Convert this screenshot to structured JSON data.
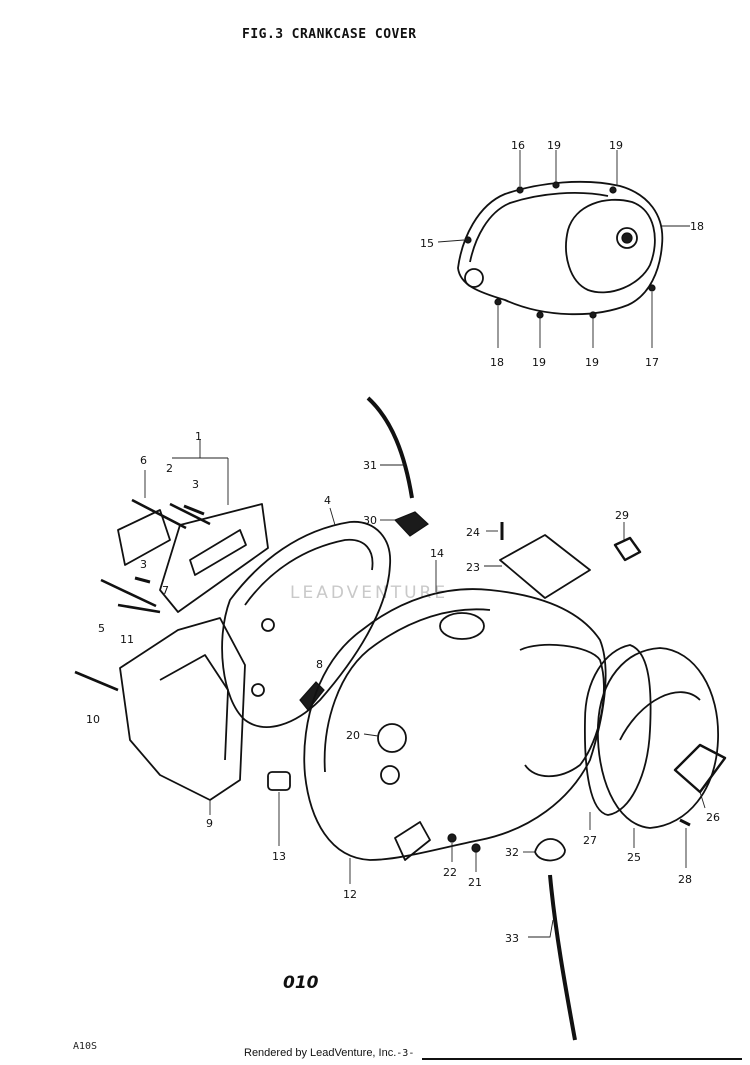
{
  "figure": {
    "fig_label": "FIG.3",
    "title": "CRANKCASE COVER",
    "watermark": "LEADVENTURE",
    "page_code": "010",
    "sheet_ref": "A10S",
    "credit": "Rendered by LeadVenture, Inc.",
    "page_mark": "-3-"
  },
  "callouts": [
    {
      "label": "16"
    },
    {
      "label": "19"
    },
    {
      "label": "19"
    },
    {
      "label": "15"
    },
    {
      "label": "18"
    },
    {
      "label": "18"
    },
    {
      "label": "19"
    },
    {
      "label": "19"
    },
    {
      "label": "17"
    },
    {
      "label": "31"
    },
    {
      "label": "1"
    },
    {
      "label": "6"
    },
    {
      "label": "2"
    },
    {
      "label": "3"
    },
    {
      "label": "7"
    },
    {
      "label": "4"
    },
    {
      "label": "30"
    },
    {
      "label": "24"
    },
    {
      "label": "29"
    },
    {
      "label": "14"
    },
    {
      "label": "23"
    },
    {
      "label": "3"
    },
    {
      "label": "5"
    },
    {
      "label": "11"
    },
    {
      "label": "8"
    },
    {
      "label": "10"
    },
    {
      "label": "20"
    },
    {
      "label": "9"
    },
    {
      "label": "13"
    },
    {
      "label": "12"
    },
    {
      "label": "22"
    },
    {
      "label": "21"
    },
    {
      "label": "32"
    },
    {
      "label": "27"
    },
    {
      "label": "25"
    },
    {
      "label": "26"
    },
    {
      "label": "28"
    },
    {
      "label": "33"
    }
  ]
}
